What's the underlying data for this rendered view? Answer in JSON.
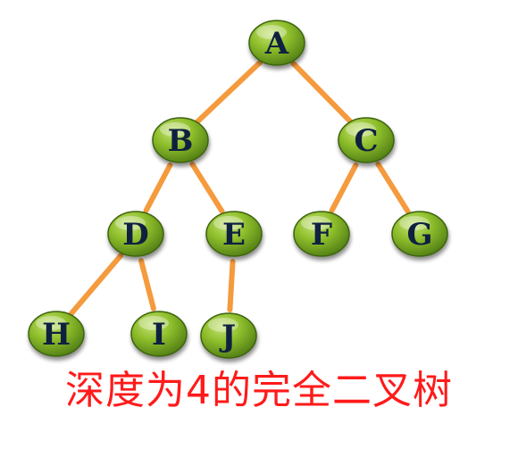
{
  "tree": {
    "nodes": [
      {
        "id": "A",
        "label": "A"
      },
      {
        "id": "B",
        "label": "B"
      },
      {
        "id": "C",
        "label": "C"
      },
      {
        "id": "D",
        "label": "D"
      },
      {
        "id": "E",
        "label": "E"
      },
      {
        "id": "F",
        "label": "F"
      },
      {
        "id": "G",
        "label": "G"
      },
      {
        "id": "H",
        "label": "H"
      },
      {
        "id": "I",
        "label": "I"
      },
      {
        "id": "J",
        "label": "J"
      }
    ],
    "edges": [
      [
        "A",
        "B"
      ],
      [
        "A",
        "C"
      ],
      [
        "B",
        "D"
      ],
      [
        "B",
        "E"
      ],
      [
        "C",
        "F"
      ],
      [
        "C",
        "G"
      ],
      [
        "D",
        "H"
      ],
      [
        "D",
        "I"
      ],
      [
        "E",
        "J"
      ]
    ],
    "colors": {
      "node_fill_light": "#c6e37a",
      "node_fill_mid": "#8fbf2c",
      "node_fill_dark": "#4f7c14",
      "node_stroke": "#3d6410",
      "edge": "#f59a3d",
      "label": "#0f2040"
    }
  },
  "caption": {
    "text": "深度为4的完全二叉树",
    "color": "#ff1a1a"
  }
}
